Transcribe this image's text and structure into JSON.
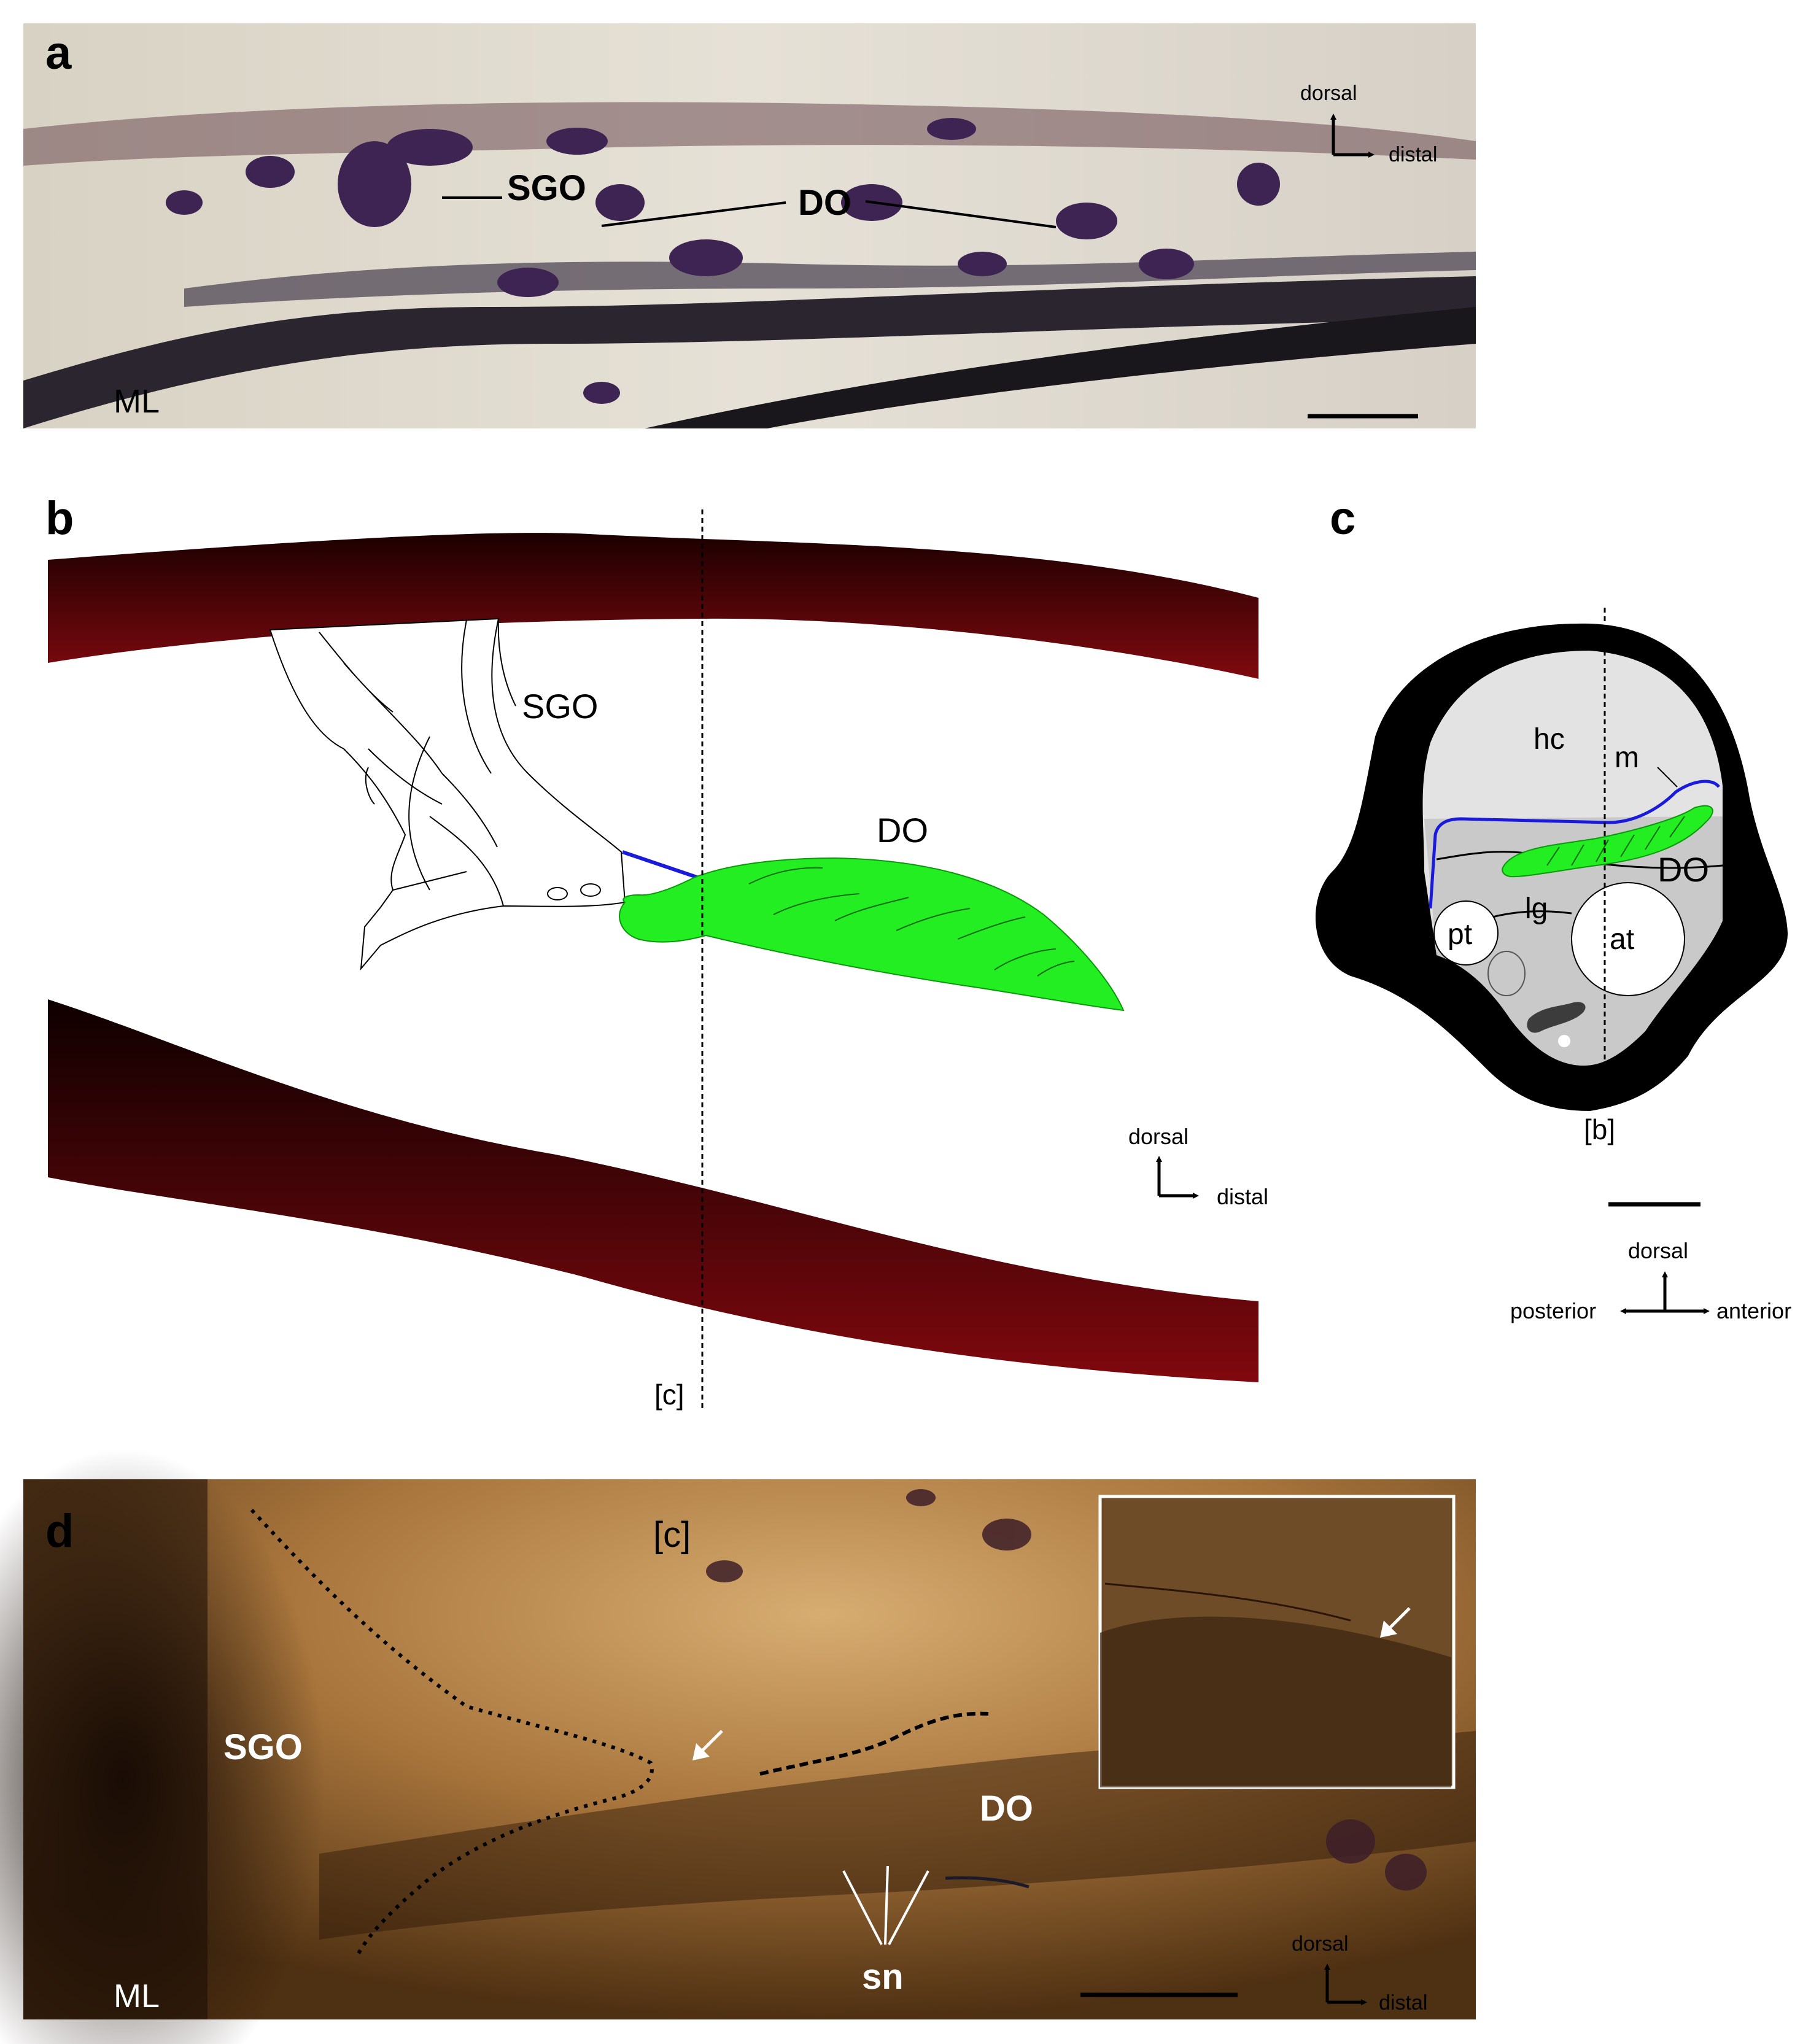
{
  "panels": {
    "a": {
      "letter": "a",
      "labels": {
        "sgo": "SGO",
        "do": "DO",
        "ml": "ML"
      },
      "axes": {
        "up": "dorsal",
        "right": "distal"
      }
    },
    "b": {
      "letter": "b",
      "labels": {
        "sgo": "SGO",
        "do": "DO",
        "section": "[c]"
      },
      "axes": {
        "up": "dorsal",
        "right": "distal"
      }
    },
    "c": {
      "letter": "c",
      "labels": {
        "hc": "hc",
        "m": "m",
        "do": "DO",
        "pt": "pt",
        "lg": "lg",
        "at": "at",
        "section": "[b]"
      },
      "axes": {
        "up": "dorsal",
        "left": "posterior",
        "right": "anterior"
      }
    },
    "d": {
      "letter": "d",
      "labels": {
        "section": "[c]",
        "sgo": "SGO",
        "do": "DO",
        "sn": "sn",
        "ml": "ML"
      },
      "axes": {
        "up": "dorsal",
        "right": "distal"
      }
    }
  },
  "colors": {
    "do_green": "#22ee22",
    "membrane_blue": "#1a1adc",
    "cuticle_top": "#1c0000",
    "cuticle_bottom": "#800a10",
    "body_black": "#000000",
    "cavity_light": "#e3e3e3",
    "cavity_mid": "#c9c9c9",
    "micro_a_bg": "#dcd6cc",
    "micro_d_bg": "#7a5226"
  },
  "icons": [
    "arrow-icon",
    "scale-bar-icon",
    "axis-arrow-icon"
  ]
}
